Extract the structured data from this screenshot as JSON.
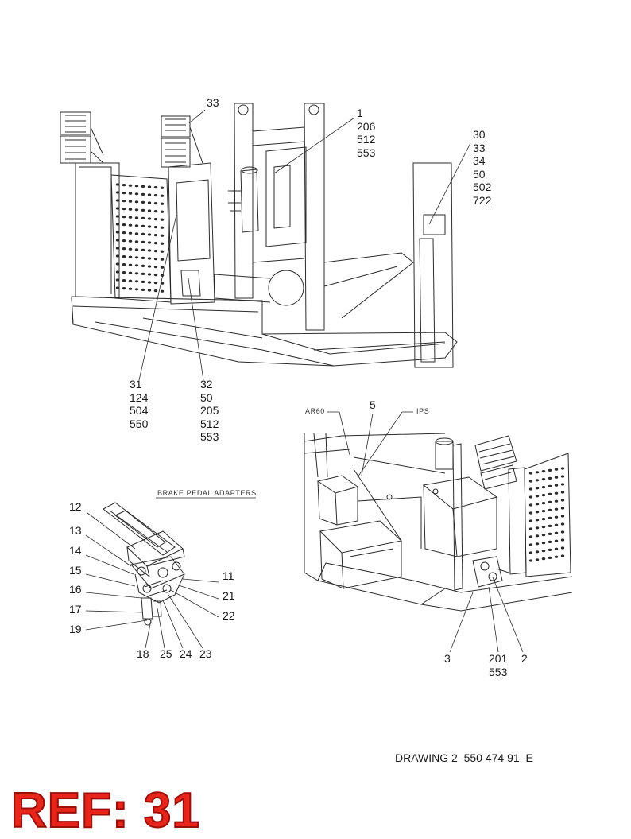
{
  "callouts": {
    "top_lights": [
      "33"
    ],
    "top_filter": [
      "1",
      "206",
      "512",
      "553"
    ],
    "top_right_panel": [
      "30",
      "33",
      "34",
      "50",
      "502",
      "722"
    ],
    "top_left_bottom": [
      "31",
      "124",
      "504",
      "550"
    ],
    "top_mid_bottom": [
      "32",
      "50",
      "205",
      "512",
      "553"
    ],
    "pedal_12": [
      "12"
    ],
    "pedal_13": [
      "13"
    ],
    "pedal_14": [
      "14"
    ],
    "pedal_15": [
      "15"
    ],
    "pedal_16": [
      "16"
    ],
    "pedal_17": [
      "17"
    ],
    "pedal_19": [
      "19"
    ],
    "pedal_11": [
      "11"
    ],
    "pedal_21": [
      "21"
    ],
    "pedal_22": [
      "22"
    ],
    "pedal_bottom_18": [
      "18"
    ],
    "pedal_bottom_25": [
      "25"
    ],
    "pedal_bottom_24": [
      "24"
    ],
    "pedal_bottom_23": [
      "23"
    ],
    "right_5": [
      "5"
    ],
    "right_3": [
      "3"
    ],
    "right_201": [
      "201",
      "553"
    ],
    "right_2": [
      "2"
    ]
  },
  "captions": {
    "ar60": "AR60",
    "ips": "IPS",
    "brake_pedal_adapters": "BRAKE PEDAL ADAPTERS"
  },
  "drawing_number": "DRAWING  2–550 474 91–E",
  "ref_label": "REF: 31",
  "colors": {
    "line": "#2b2b2b",
    "ref": "#e8251b"
  }
}
